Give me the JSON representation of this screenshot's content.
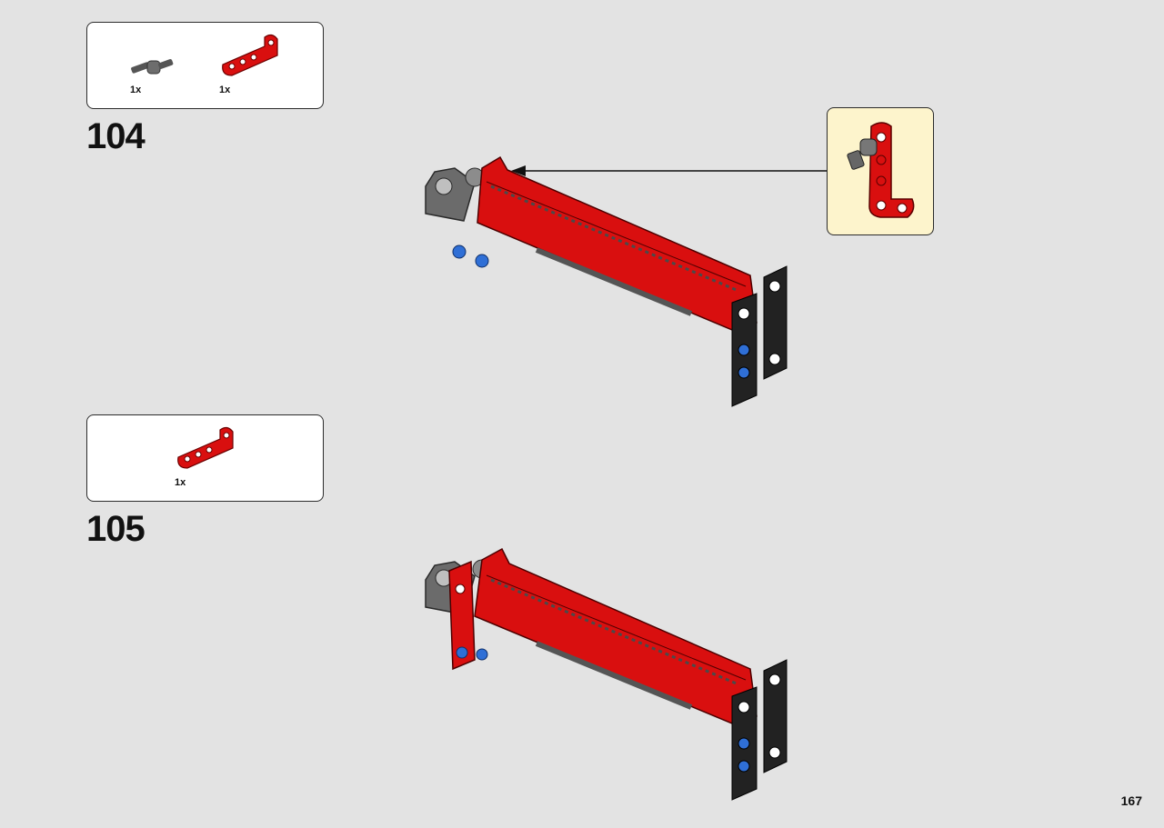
{
  "page_number": "167",
  "steps": [
    {
      "number": "104",
      "parts": [
        {
          "icon": "axle-connector-icon",
          "qty": "1x"
        },
        {
          "icon": "red-angled-beam-icon",
          "qty": "1x"
        }
      ]
    },
    {
      "number": "105",
      "parts": [
        {
          "icon": "red-angled-beam-icon",
          "qty": "1x"
        }
      ]
    }
  ],
  "colors": {
    "red": "#d90f0f",
    "dark_gray": "#5b5b5b",
    "black": "#222222",
    "blue": "#2f6fd6",
    "callout_bg": "#fdf4cc"
  }
}
